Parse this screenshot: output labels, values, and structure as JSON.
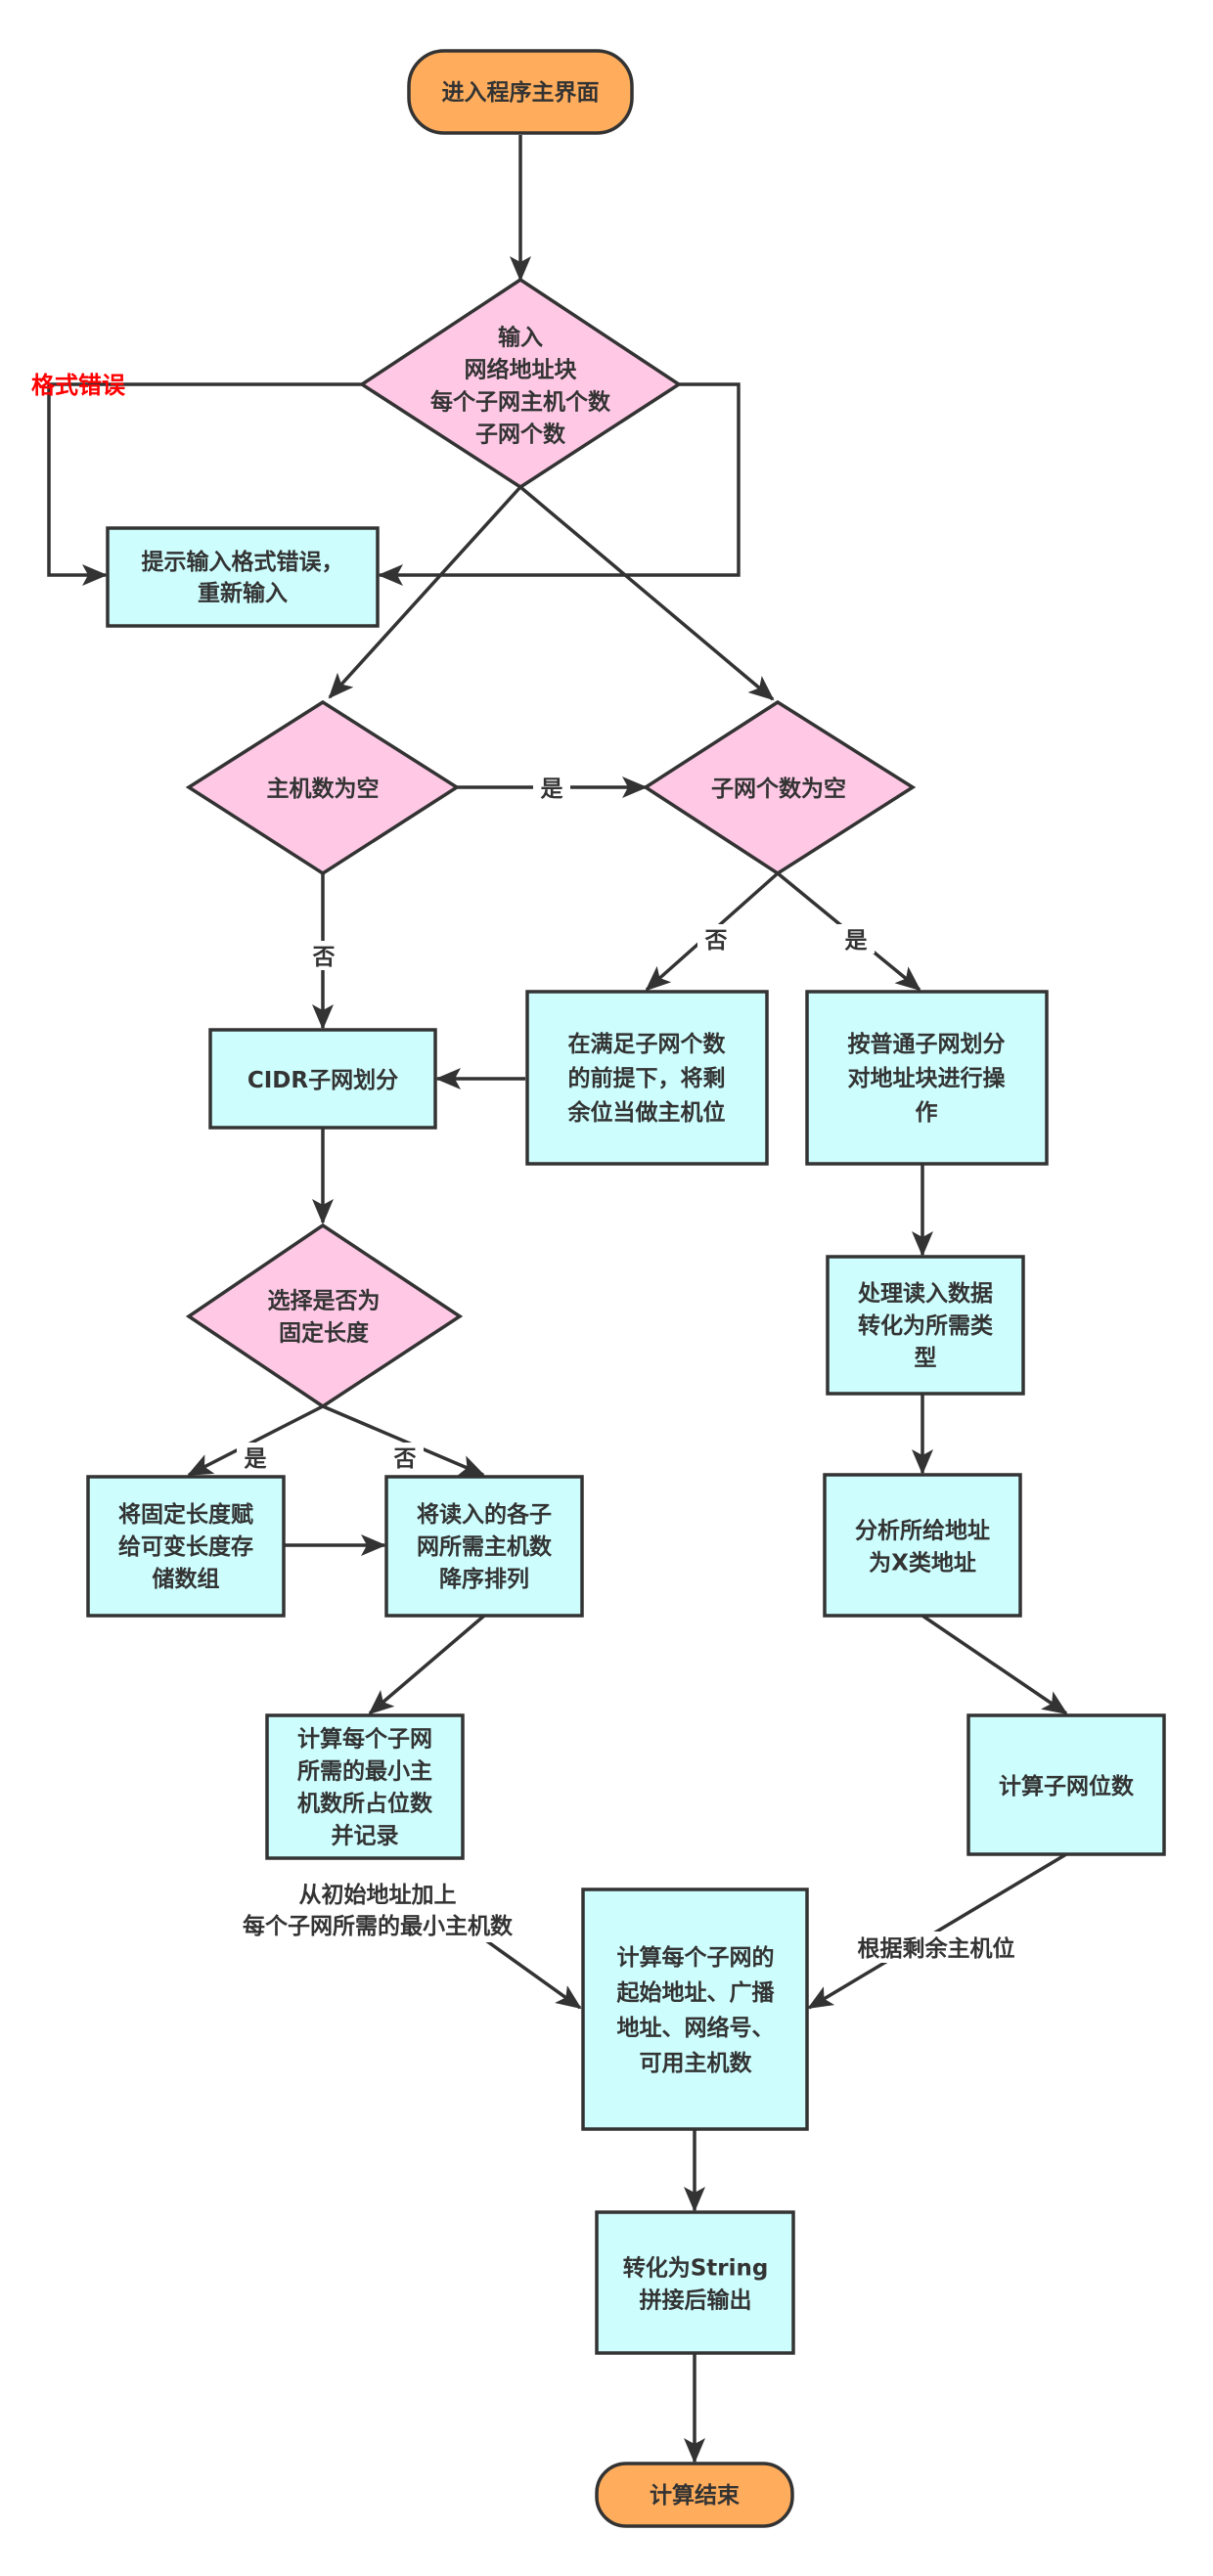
{
  "colors": {
    "terminal_fill": "#ffad5c",
    "process_fill": "#cdfdfd",
    "decision_fill": "#ffc9e6",
    "stroke": "#333333",
    "error_text": "#ff0000"
  },
  "nodes": {
    "start": {
      "lines": [
        "进入程序主界面"
      ]
    },
    "input": {
      "lines": [
        "输入",
        "网络地址块",
        "每个子网主机个数",
        "子网个数"
      ]
    },
    "format_error": {
      "lines": [
        "提示输入格式错误，",
        "重新输入"
      ]
    },
    "host_empty": {
      "lines": [
        "主机数为空"
      ]
    },
    "subnet_empty": {
      "lines": [
        "子网个数为空"
      ]
    },
    "cidr": {
      "lines": [
        "CIDR子网划分"
      ]
    },
    "satisfy_subnet": {
      "lines": [
        "在满足子网个数",
        "的前提下，将剩",
        "余位当做主机位"
      ]
    },
    "ordinary_split": {
      "lines": [
        "按普通子网划分",
        "对地址块进行操",
        "作"
      ]
    },
    "choose_fixed": {
      "lines": [
        "选择是否为",
        "固定长度"
      ]
    },
    "process_input": {
      "lines": [
        "处理读入数据",
        "转化为所需类",
        "型"
      ]
    },
    "fixed_to_array": {
      "lines": [
        "将固定长度赋",
        "给可变长度存",
        "储数组"
      ]
    },
    "sort_desc": {
      "lines": [
        "将读入的各子",
        "网所需主机数",
        "降序排列"
      ]
    },
    "analyze_class": {
      "lines": [
        "分析所给地址",
        "为X类地址"
      ]
    },
    "min_bits": {
      "lines": [
        "计算每个子网",
        "所需的最小主",
        "机数所占位数",
        "并记录"
      ]
    },
    "subnet_bits": {
      "lines": [
        "计算子网位数"
      ]
    },
    "calc_addrs": {
      "lines": [
        "计算每个子网的",
        "起始地址、广播",
        "地址、网络号、",
        "可用主机数"
      ]
    },
    "to_string": {
      "lines": [
        "转化为String",
        "拼接后输出"
      ]
    },
    "end": {
      "lines": [
        "计算结束"
      ]
    }
  },
  "edge_labels": {
    "format_error": "格式错误",
    "host_empty_yes": "是",
    "host_empty_no": "否",
    "subnet_empty_no": "否",
    "subnet_empty_yes": "是",
    "fixed_yes": "是",
    "fixed_no": "否",
    "from_start_addr": [
      "从初始地址加上",
      "每个子网所需的最小主机数"
    ],
    "by_remaining_bits": "根据剩余主机位"
  }
}
